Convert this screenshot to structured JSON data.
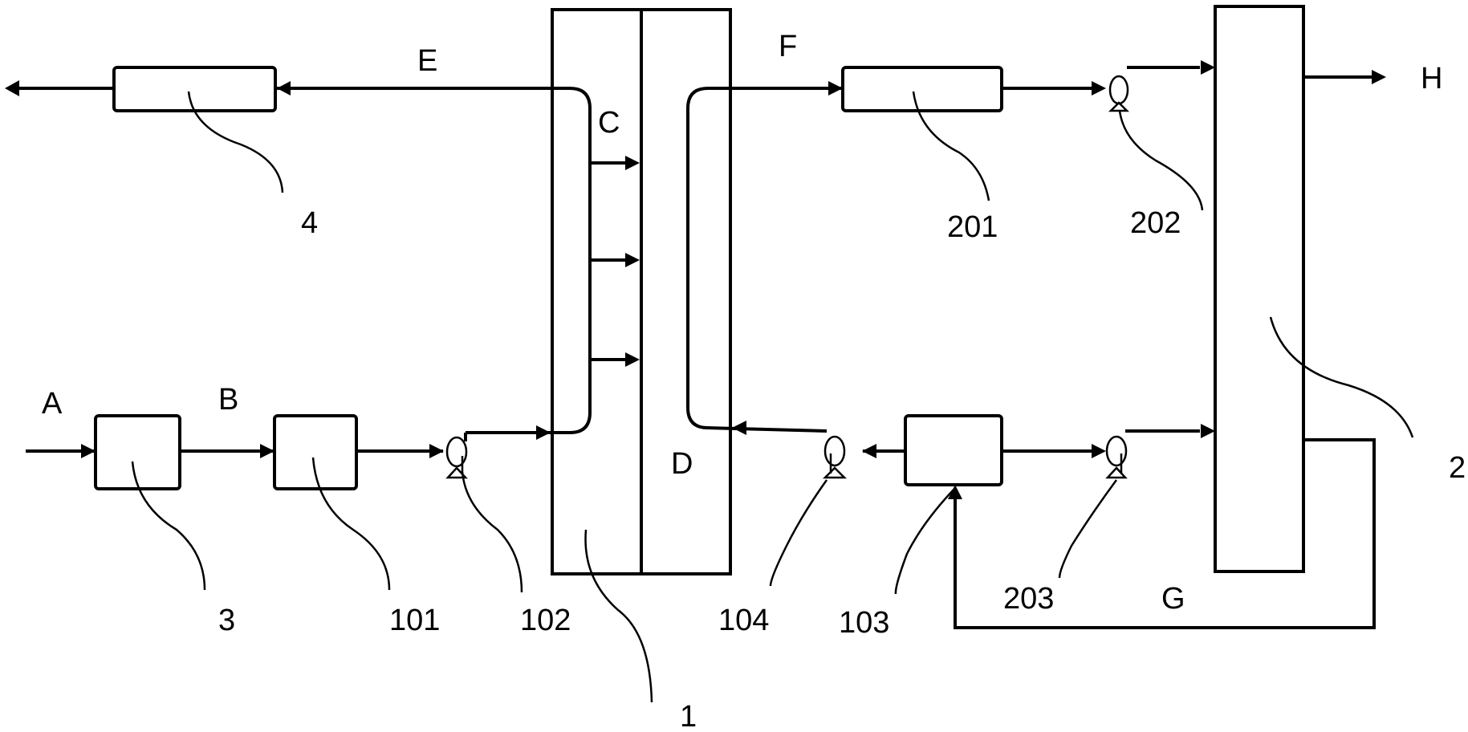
{
  "labels": {
    "stream_A": "A",
    "stream_B": "B",
    "stream_C": "C",
    "stream_D": "D",
    "stream_E": "E",
    "stream_F": "F",
    "stream_G": "G",
    "stream_H": "H"
  },
  "refs": {
    "unit_1": "1",
    "unit_2": "2",
    "unit_3": "3",
    "unit_4": "4",
    "unit_101": "101",
    "unit_102": "102",
    "unit_103": "103",
    "unit_104": "104",
    "unit_201": "201",
    "unit_202": "202",
    "unit_203": "203"
  },
  "colors": {
    "line": "#000000",
    "background": "#ffffff"
  }
}
